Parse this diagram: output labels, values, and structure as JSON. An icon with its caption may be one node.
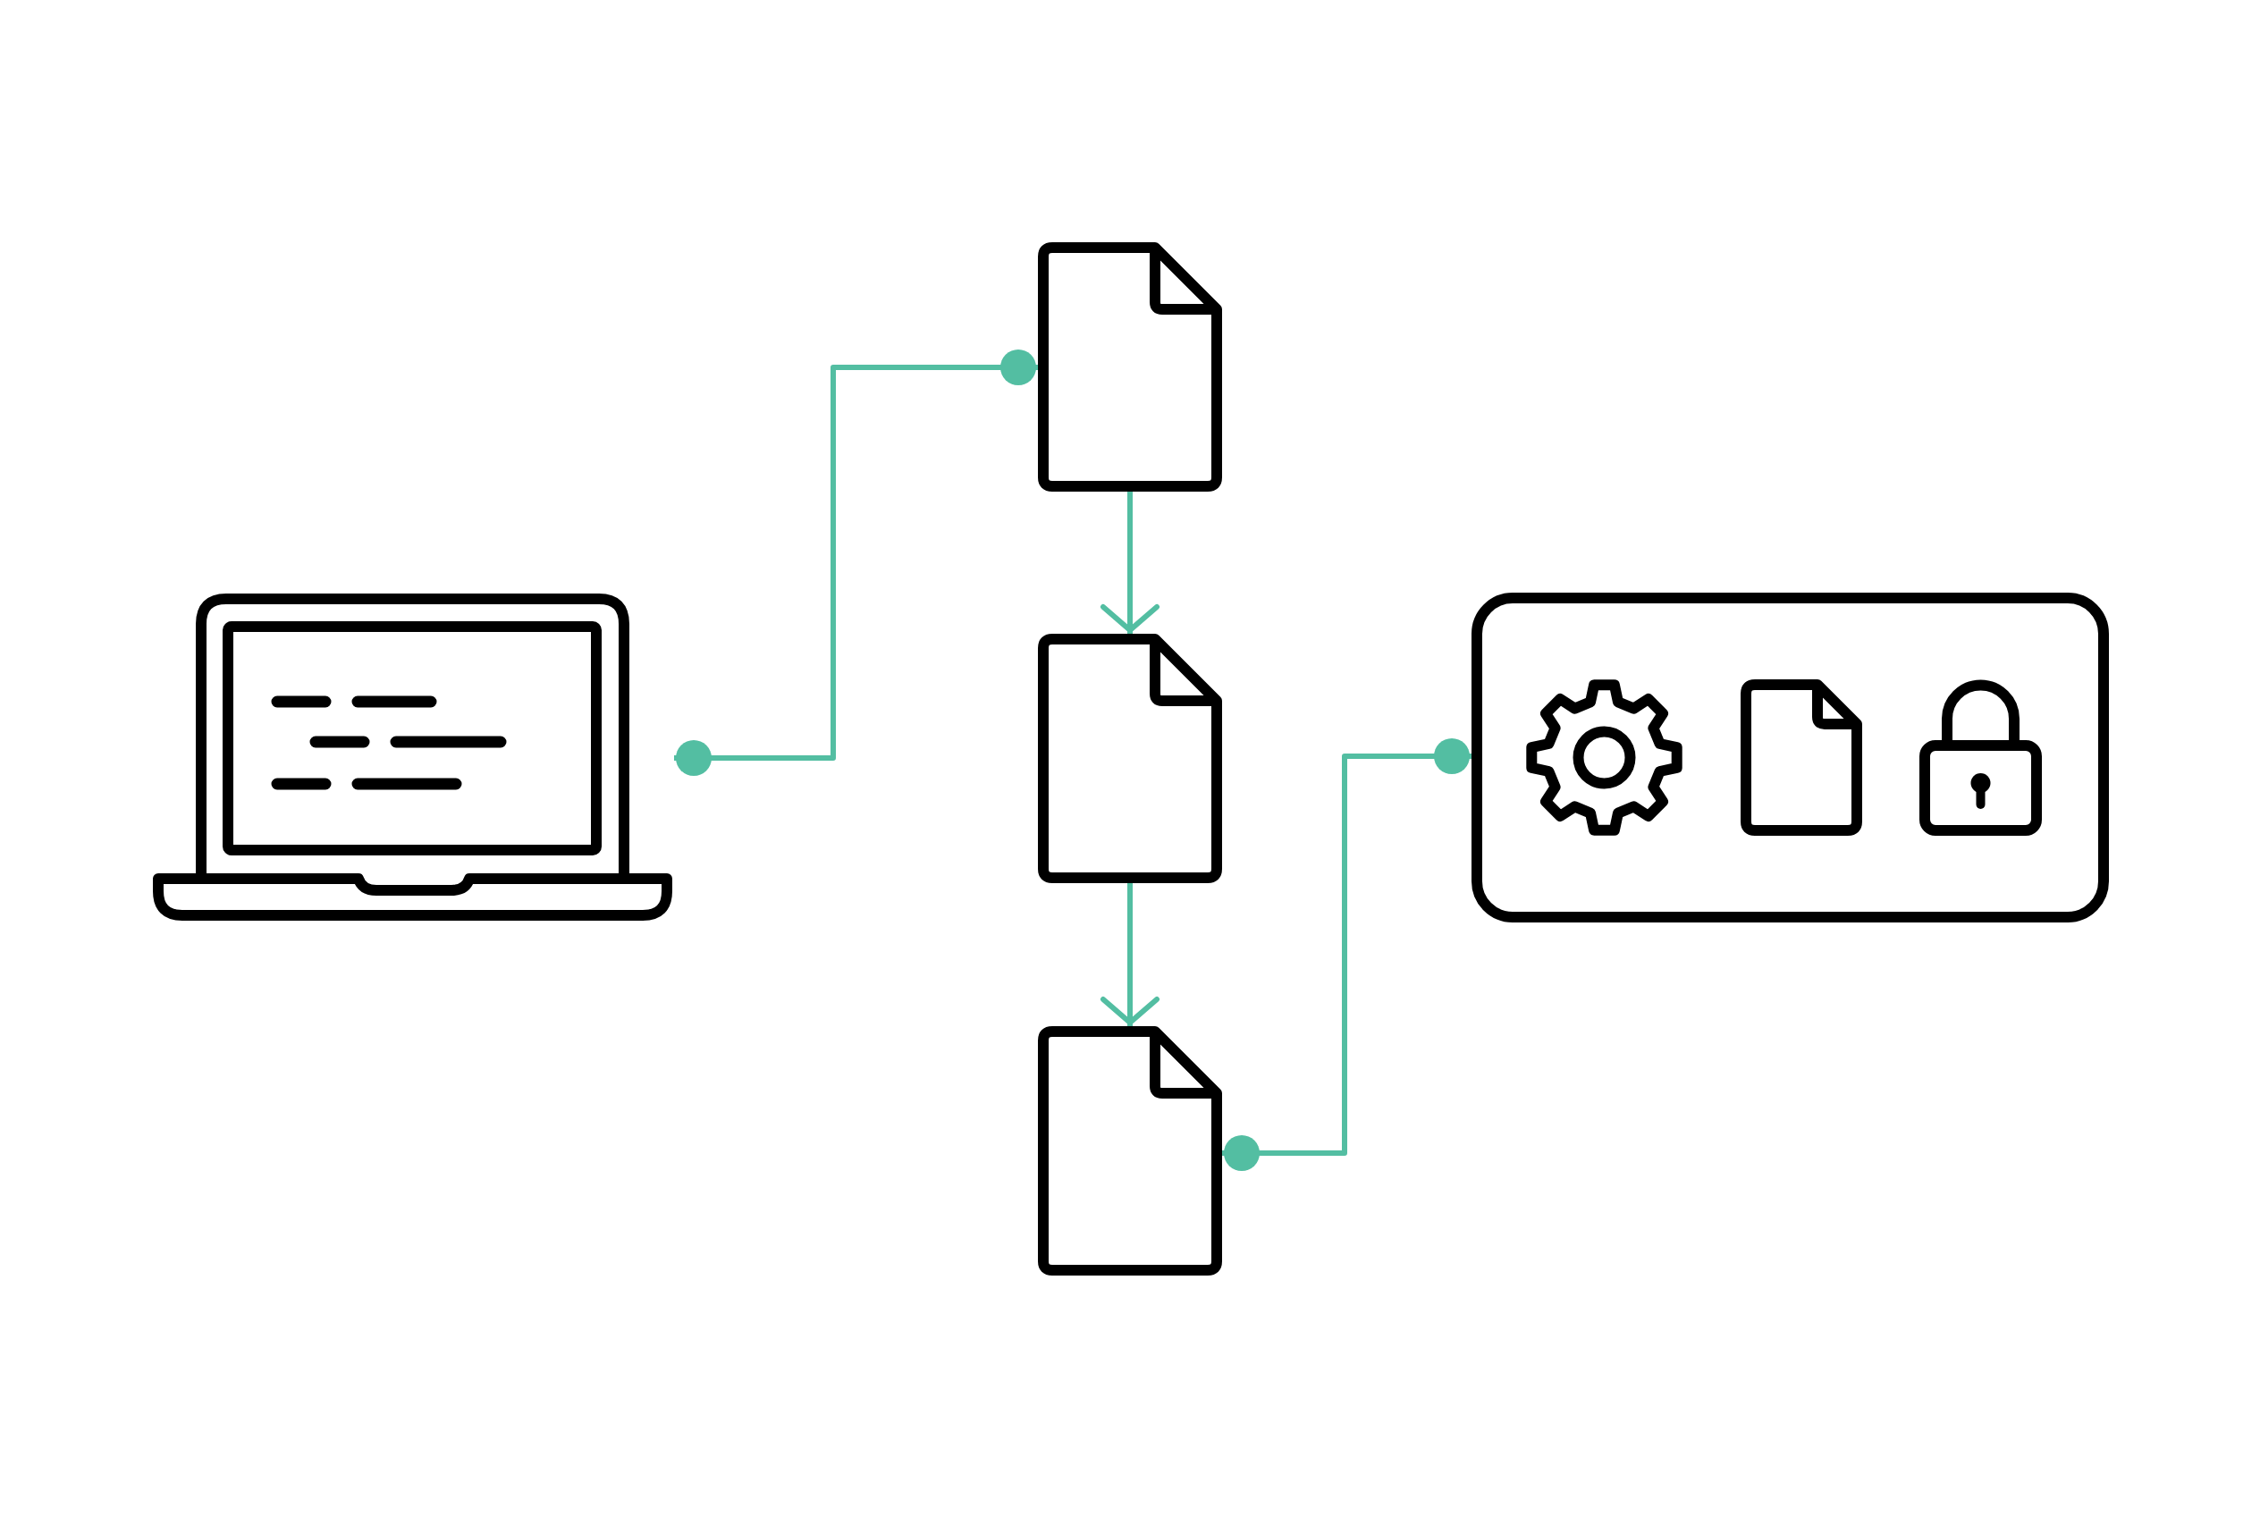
{
  "diagram": {
    "nodes": [
      {
        "text": [],
        "shape": "laptop"
      },
      {
        "text": [],
        "shape": "document"
      },
      {
        "text": [],
        "shape": "document"
      },
      {
        "text": [],
        "shape": "document"
      },
      {
        "text": [],
        "shape": "box"
      }
    ],
    "edges": [
      {
        "from": 0,
        "to": 1,
        "arrow": "other"
      },
      {
        "from": 1,
        "to": 2,
        "arrow": "to"
      },
      {
        "from": 2,
        "to": 3,
        "arrow": "to"
      },
      {
        "from": 3,
        "to": 4,
        "arrow": "other"
      }
    ]
  }
}
